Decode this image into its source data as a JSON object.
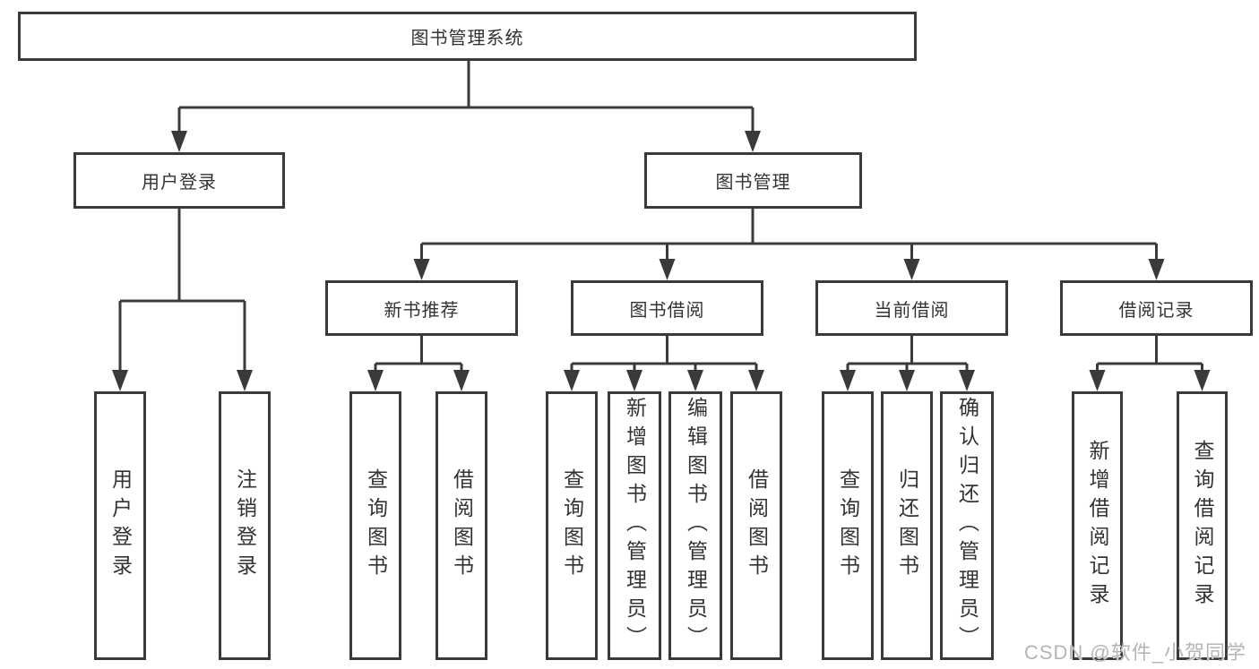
{
  "title": "图书管理系统",
  "nodes": {
    "root": "图书管理系统",
    "user_login": "用户登录",
    "book_mgmt": "图书管理",
    "new_book_rec": "新书推荐",
    "book_borrow": "图书借阅",
    "current_borrow": "当前借阅",
    "borrow_record": "借阅记录",
    "leaf_user_login": "用户登录",
    "leaf_logout": "注销登录",
    "leaf_nbr_query": "查询图书",
    "leaf_nbr_borrow": "借阅图书",
    "leaf_bb_query": "查询图书",
    "leaf_bb_add": "新增图书（管理员）",
    "leaf_bb_edit": "编辑图书（管理员）",
    "leaf_bb_borrow": "借阅图书",
    "leaf_cb_query": "查询图书",
    "leaf_cb_return": "归还图书",
    "leaf_cb_confirm": "确认归还（管理员）",
    "leaf_br_add": "新增借阅记录",
    "leaf_br_query": "查询借阅记录"
  },
  "colors": {
    "line": "#3a3a3a",
    "text": "#333333",
    "background": "#ffffff",
    "watermark": "#b5b5b5"
  },
  "watermark": "CSDN @软件_小贺同学"
}
